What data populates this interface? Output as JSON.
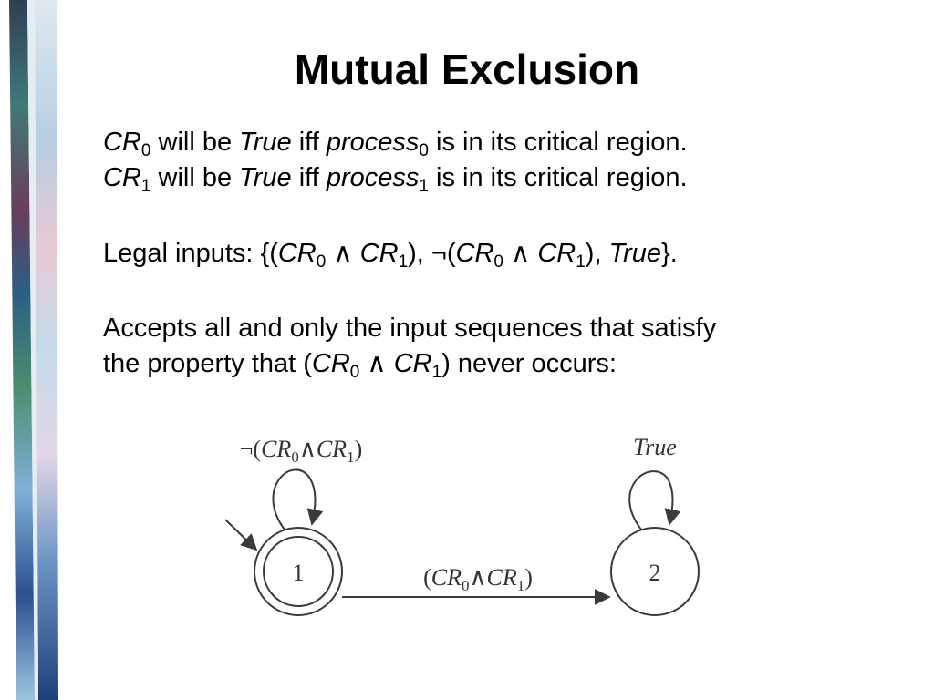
{
  "title": "Mutual Exclusion",
  "definitions": {
    "line1": {
      "var": "CR",
      "var_sub": "0",
      "mid1": " will be ",
      "truth": "True",
      "mid2": " iff ",
      "proc": "process",
      "proc_sub": "0",
      "end": " is in its critical region."
    },
    "line2": {
      "var": "CR",
      "var_sub": "1",
      "mid1": " will be ",
      "truth": "True",
      "mid2": " iff ",
      "proc": "process",
      "proc_sub": "1",
      "end": " is in its critical region."
    }
  },
  "legal_inputs": {
    "lead": "Legal inputs: {(",
    "a_var": "CR",
    "a_sub": "0",
    "and1": " ∧ ",
    "b_var": "CR",
    "b_sub": "1",
    "mid": "), ¬(",
    "c_var": "CR",
    "c_sub": "0",
    "and2": " ∧ ",
    "d_var": "CR",
    "d_sub": "1",
    "mid2": "), ",
    "truth": "True",
    "end": "}."
  },
  "accepts": {
    "line1": "Accepts all and only the input sequences that satisfy",
    "line2_lead": "the property that (",
    "a_var": "CR",
    "a_sub": "0",
    "and": " ∧ ",
    "b_var": "CR",
    "b_sub": "1",
    "line2_end": ") never occurs:"
  },
  "diagram": {
    "state1_label": "1",
    "state2_label": "2",
    "loop1": {
      "neg": "¬(",
      "a": "CR",
      "a_sub": "0",
      "and": "∧",
      "b": "CR",
      "b_sub": "1",
      "close": ")"
    },
    "loop2_label": "True",
    "transition": {
      "open": "(",
      "a": "CR",
      "a_sub": "0",
      "and": "∧",
      "b": "CR",
      "b_sub": "1",
      "close": ")"
    },
    "colors": {
      "stroke": "#3a3a3a",
      "text": "#333333"
    }
  }
}
